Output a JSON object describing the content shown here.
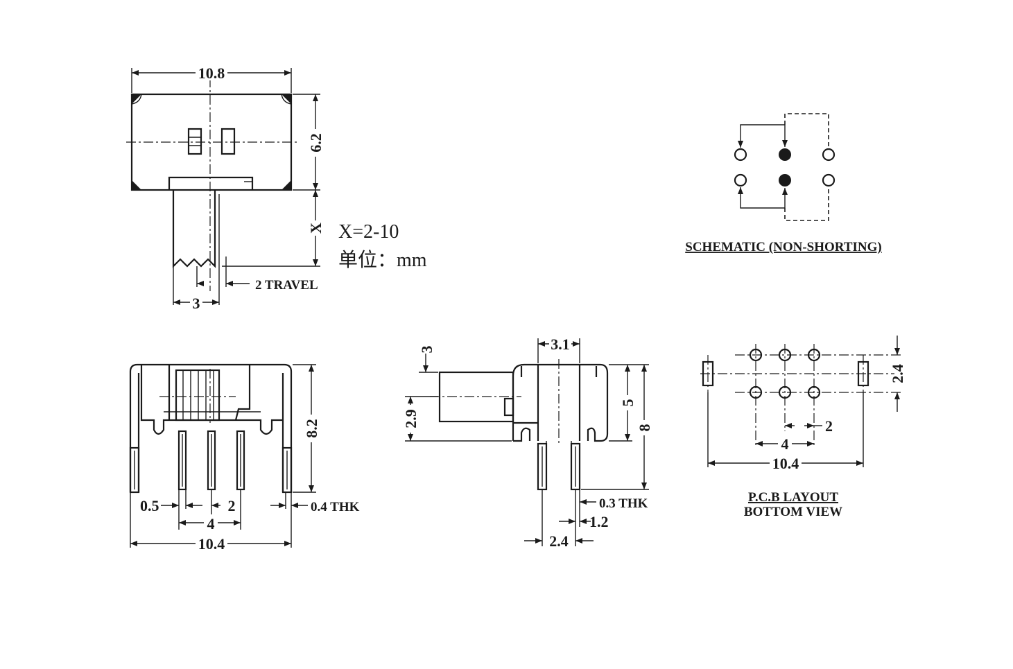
{
  "top_view": {
    "width_dim": "10.8",
    "height_dim": "6.2",
    "knob_len_dim": "X",
    "knob_w_dim": "3",
    "travel_dim": "2 TRAVEL",
    "x_range": "X=2-10",
    "unit_label": "单位：mm"
  },
  "schematic": {
    "title": "SCHEMATIC (NON-SHORTING)"
  },
  "front_view": {
    "height_dim": "8.2",
    "pin_w_dim": "0.5",
    "pitch_dim": "2",
    "span_dim": "4",
    "thk_dim": "0.4 THK",
    "width_dim": "10.4"
  },
  "side_view": {
    "top_w_dim": "3.1",
    "knob_h_dim": "3",
    "knob_off_dim": "2.9",
    "body_h_dim": "5",
    "total_h_dim": "8",
    "thk_dim": "0.3 THK",
    "pin_gap_dim": "1.2",
    "pin_span_dim": "2.4"
  },
  "pcb_layout": {
    "row_dim": "2.4",
    "pitch_dim": "2",
    "span_dim": "4",
    "width_dim": "10.4",
    "title_line1": "P.C.B LAYOUT",
    "title_line2": "BOTTOM VIEW"
  }
}
